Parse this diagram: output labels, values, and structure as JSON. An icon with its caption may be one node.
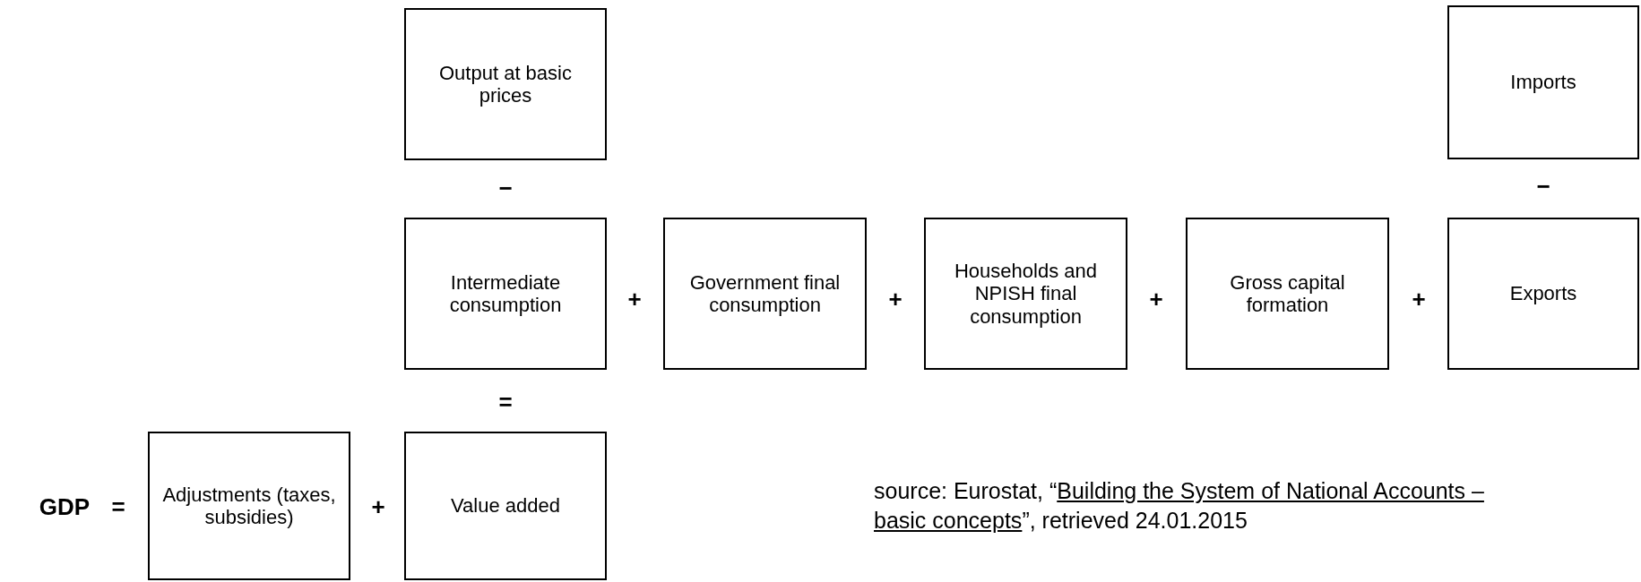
{
  "diagram": {
    "nodes": [
      {
        "text": [
          "Output at basic prices"
        ]
      },
      {
        "text": [
          "Imports"
        ]
      },
      {
        "text": [
          "Intermediate consumption"
        ]
      },
      {
        "text": [
          "Government final consumption"
        ]
      },
      {
        "text": [
          "Households and NPISH final consumption"
        ]
      },
      {
        "text": [
          "Gross capital formation"
        ]
      },
      {
        "text": [
          "Exports"
        ]
      },
      {
        "text": [
          "Adjustments (taxes, subsidies)"
        ]
      },
      {
        "text": [
          "Value added"
        ]
      }
    ],
    "labels": [
      "−",
      "−",
      "+",
      "+",
      "+",
      "+",
      "=",
      "GDP",
      "=",
      "+",
      "source: Eurostat, “",
      "Building the System of National Accounts – basic concepts",
      "”, retrieved 24.01.2015"
    ]
  }
}
